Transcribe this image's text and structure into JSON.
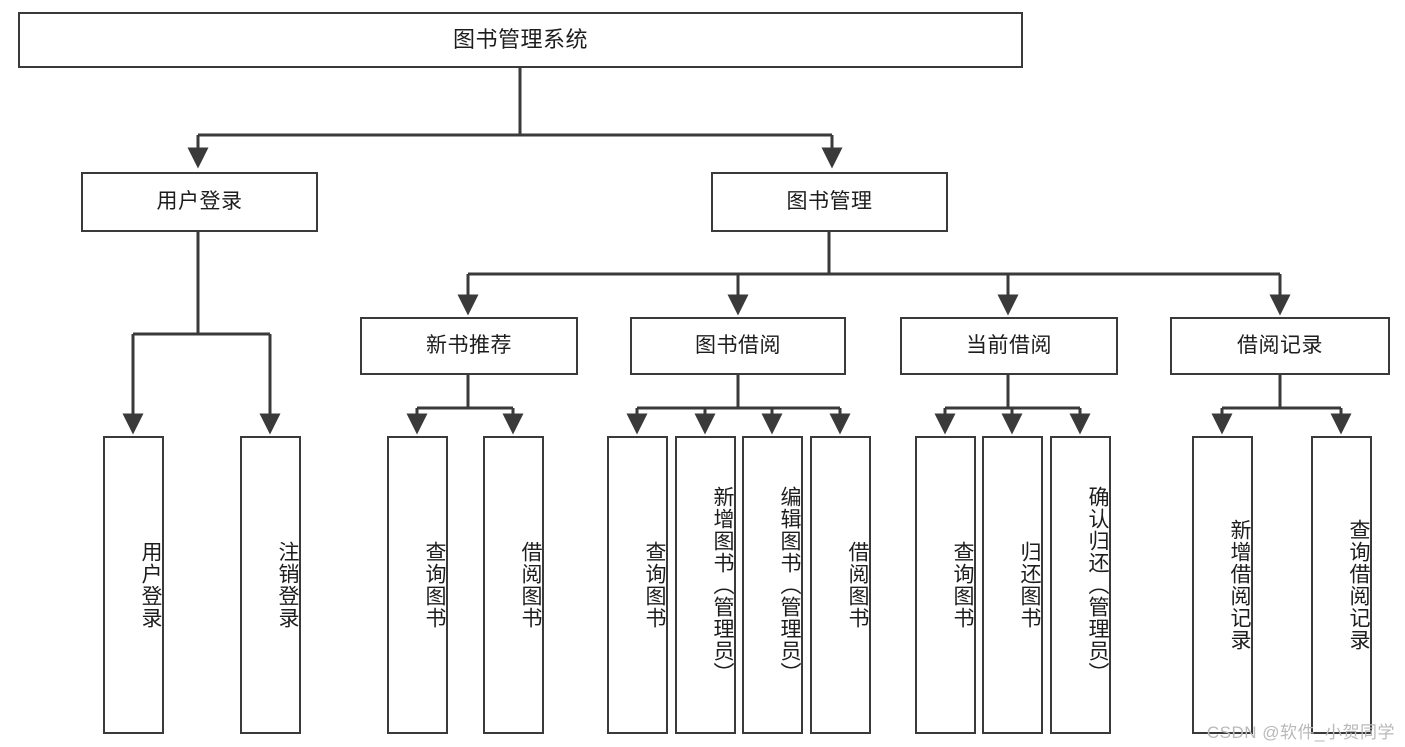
{
  "diagram": {
    "title": "图书管理系统",
    "type": "tree",
    "stroke_color": "#3a3a3a",
    "background_color": "#ffffff",
    "text_color": "#1d1d1d"
  },
  "nodes": {
    "root": {
      "label": "图书管理系统"
    },
    "level1": [
      {
        "id": "user-login",
        "label": "用户登录"
      },
      {
        "id": "book-management",
        "label": "图书管理"
      }
    ],
    "level2": [
      {
        "id": "new-book-recommend",
        "label": "新书推荐"
      },
      {
        "id": "book-borrow",
        "label": "图书借阅"
      },
      {
        "id": "current-borrow",
        "label": "当前借阅"
      },
      {
        "id": "borrow-record",
        "label": "借阅记录"
      }
    ],
    "leaves": {
      "user_login": [
        {
          "id": "leaf-user-login",
          "label": "用户登录"
        },
        {
          "id": "leaf-user-logout",
          "label": "注销登录"
        }
      ],
      "new_book_recommend": [
        {
          "id": "leaf-query-book-1",
          "label": "查询图书"
        },
        {
          "id": "leaf-borrow-book-1",
          "label": "借阅图书"
        }
      ],
      "book_borrow": [
        {
          "id": "leaf-query-book-2",
          "label": "查询图书"
        },
        {
          "id": "leaf-add-book",
          "label": "新增图书（管理员）"
        },
        {
          "id": "leaf-edit-book",
          "label": "编辑图书（管理员）"
        },
        {
          "id": "leaf-borrow-book-2",
          "label": "借阅图书"
        }
      ],
      "current_borrow": [
        {
          "id": "leaf-query-book-3",
          "label": "查询图书"
        },
        {
          "id": "leaf-return-book",
          "label": "归还图书"
        },
        {
          "id": "leaf-confirm-return",
          "label": "确认归还（管理员）"
        }
      ],
      "borrow_record": [
        {
          "id": "leaf-add-record",
          "label": "新增借阅记录"
        },
        {
          "id": "leaf-query-record",
          "label": "查询借阅记录"
        }
      ]
    }
  },
  "watermark": {
    "text": "CSDN @软件_小贺同学"
  }
}
